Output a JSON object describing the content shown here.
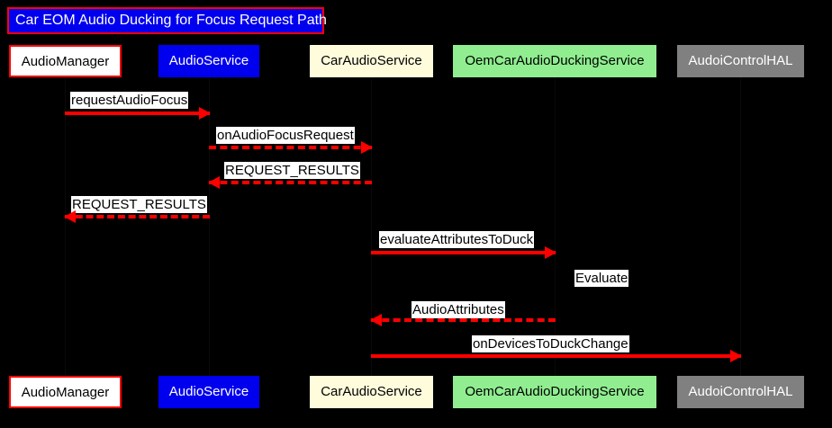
{
  "diagram": {
    "title": "Car EOM Audio Ducking for Focus Request Path",
    "type": "sequence-diagram",
    "background_color": "#000000",
    "accent_color": "#FF0000",
    "title_bg_color": "#0000EE"
  },
  "participants": [
    {
      "id": "audio-manager",
      "label": "AudioManager",
      "bg_color": "#FFFFFF",
      "text_color": "#000000",
      "border_color": "#FF0000"
    },
    {
      "id": "audio-service",
      "label": "AudioService",
      "bg_color": "#0000EE",
      "text_color": "#FFFFFF",
      "border_color": "#0000EE"
    },
    {
      "id": "car-audio-service",
      "label": "CarAudioService",
      "bg_color": "#FFFCDC",
      "text_color": "#000000",
      "border_color": "#FFFFE0"
    },
    {
      "id": "oem-car-audio-ducking-service",
      "label": "OemCarAudioDuckingService",
      "bg_color": "#90EE90",
      "text_color": "#000000",
      "border_color": "#90EE90"
    },
    {
      "id": "audoi-control-hal",
      "label": "AudoiControlHAL",
      "bg_color": "#808080",
      "text_color": "#FFFFFF",
      "border_color": "#808080"
    }
  ],
  "messages": [
    {
      "id": "request-audio-focus",
      "label": "requestAudioFocus",
      "from": "audio-manager",
      "to": "audio-service",
      "style": "solid",
      "direction": "right"
    },
    {
      "id": "on-audio-focus-request",
      "label": "onAudioFocusRequest",
      "from": "audio-service",
      "to": "car-audio-service",
      "style": "dashed",
      "direction": "right"
    },
    {
      "id": "request-results-1",
      "label": "REQUEST_RESULTS",
      "from": "car-audio-service",
      "to": "audio-service",
      "style": "dashed",
      "direction": "left"
    },
    {
      "id": "request-results-2",
      "label": "REQUEST_RESULTS",
      "from": "audio-service",
      "to": "audio-manager",
      "style": "dashed",
      "direction": "left"
    },
    {
      "id": "evaluate-attributes-to-duck",
      "label": "evaluateAttributesToDuck",
      "from": "car-audio-service",
      "to": "oem-car-audio-ducking-service",
      "style": "solid",
      "direction": "right"
    },
    {
      "id": "audio-attributes",
      "label": "AudioAttributes",
      "from": "oem-car-audio-ducking-service",
      "to": "car-audio-service",
      "style": "dashed",
      "direction": "left"
    },
    {
      "id": "on-devices-to-duck-change",
      "label": "onDevicesToDuckChange",
      "from": "car-audio-service",
      "to": "audoi-control-hal",
      "style": "solid",
      "direction": "right"
    }
  ],
  "notes": [
    {
      "id": "evaluate-note",
      "label": "Evaluate",
      "attached_to": "oem-car-audio-ducking-service"
    }
  ]
}
